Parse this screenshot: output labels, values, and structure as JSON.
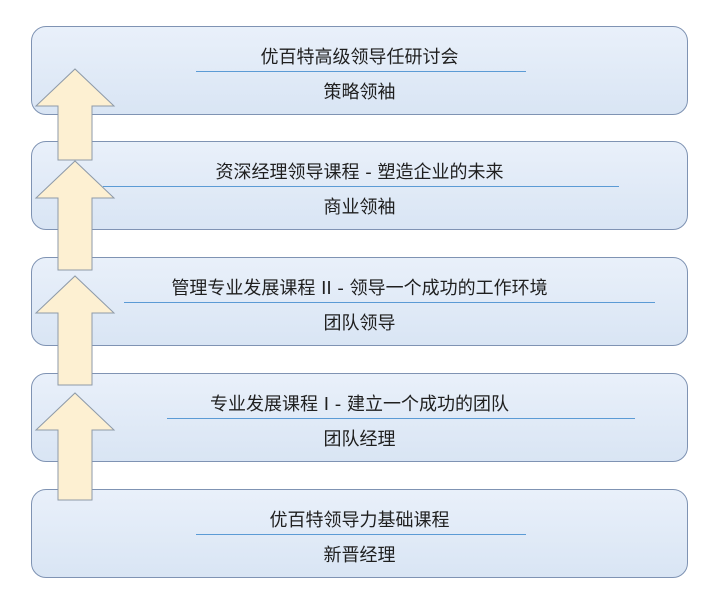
{
  "levels": [
    {
      "title": "优百特高级领导任研讨会",
      "subtitle": "策略领袖"
    },
    {
      "title": "资深经理领导课程  -  塑造企业的未来",
      "subtitle": "商业领袖"
    },
    {
      "title": "管理专业发展课程 II -   领导一个成功的工作环境",
      "subtitle": "团队领导"
    },
    {
      "title": "专业发展课程 I -   建立一个成功的团队",
      "subtitle": "团队经理"
    },
    {
      "title": "优百特领导力基础课程",
      "subtitle": "新晋经理"
    }
  ],
  "colors": {
    "box_fill": "#dce6f4",
    "box_border": "#7f93b3",
    "rule": "#5b9bd5",
    "arrow_fill": "#fdf0d2",
    "arrow_stroke": "#8e9aa8"
  }
}
